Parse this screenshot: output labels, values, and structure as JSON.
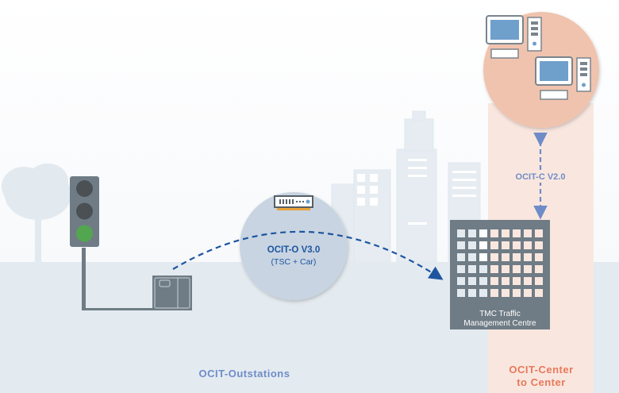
{
  "labels": {
    "ocit_o_title": "OCIT-O V3.0",
    "ocit_o_sub": "(TSC + Car)",
    "ocit_c": "OCIT-C V2.0",
    "tmc_line1": "TMC Traffic",
    "tmc_line2": "Management Centre",
    "outstations": "OCIT-Outstations",
    "center_line1": "OCIT-Center",
    "center_line2": "to Center"
  },
  "colors": {
    "ground": "#e3eaf0",
    "peach_column": "#f9e7df",
    "peach_circle": "#f0c3ae",
    "blue_circle": "#c8d4e1",
    "dark_blue": "#1d55a0",
    "light_blue": "#6f8cc8",
    "orange": "#e8785a",
    "grey": "#6f7c85",
    "green": "#52a650"
  }
}
